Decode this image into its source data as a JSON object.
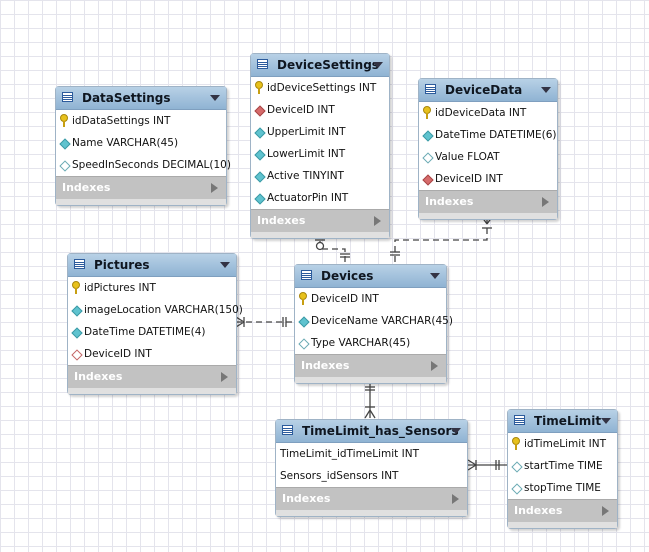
{
  "tables": {
    "data_settings": {
      "name": "DataSettings",
      "columns": [
        {
          "text": "idDataSettings INT",
          "icon": "key"
        },
        {
          "text": "Name VARCHAR(45)",
          "icon": "filled"
        },
        {
          "text": "SpeedInSeconds DECIMAL(10)",
          "icon": "open"
        }
      ],
      "footer": "Indexes"
    },
    "device_settings": {
      "name": "DeviceSettings",
      "columns": [
        {
          "text": "idDeviceSettings INT",
          "icon": "key"
        },
        {
          "text": "DeviceID INT",
          "icon": "fk"
        },
        {
          "text": "UpperLimit INT",
          "icon": "filled"
        },
        {
          "text": "LowerLimit INT",
          "icon": "filled"
        },
        {
          "text": "Active TINYINT",
          "icon": "filled"
        },
        {
          "text": "ActuatorPin INT",
          "icon": "filled"
        }
      ],
      "footer": "Indexes"
    },
    "device_data": {
      "name": "DeviceData",
      "columns": [
        {
          "text": "idDeviceData INT",
          "icon": "key"
        },
        {
          "text": "DateTime DATETIME(6)",
          "icon": "filled"
        },
        {
          "text": "Value FLOAT",
          "icon": "open"
        },
        {
          "text": "DeviceID INT",
          "icon": "fk"
        }
      ],
      "footer": "Indexes"
    },
    "pictures": {
      "name": "Pictures",
      "columns": [
        {
          "text": "idPictures INT",
          "icon": "key"
        },
        {
          "text": "imageLocation VARCHAR(150)",
          "icon": "filled"
        },
        {
          "text": "DateTime DATETIME(4)",
          "icon": "filled"
        },
        {
          "text": "DeviceID INT",
          "icon": "fkopen"
        }
      ],
      "footer": "Indexes"
    },
    "devices": {
      "name": "Devices",
      "columns": [
        {
          "text": "DeviceID INT",
          "icon": "key"
        },
        {
          "text": "DeviceName VARCHAR(45)",
          "icon": "filled"
        },
        {
          "text": "Type VARCHAR(45)",
          "icon": "open"
        }
      ],
      "footer": "Indexes"
    },
    "timelimit_has_sensors": {
      "name": "TimeLimit_has_Sensors",
      "columns": [
        {
          "text": "TimeLimit_idTimeLimit INT",
          "icon": "none"
        },
        {
          "text": "Sensors_idSensors INT",
          "icon": "none"
        }
      ],
      "footer": "Indexes"
    },
    "time_limit": {
      "name": "TimeLimit",
      "columns": [
        {
          "text": "idTimeLimit INT",
          "icon": "key"
        },
        {
          "text": "startTime TIME",
          "icon": "open"
        },
        {
          "text": "stopTime TIME",
          "icon": "open"
        }
      ],
      "footer": "Indexes"
    }
  },
  "colors": {
    "header_gradient_top": "#b8d1e6",
    "header_gradient_bottom": "#8fb3d3",
    "footer": "#c2c2c2",
    "connector": "#444444",
    "grid": "#e4e4ec"
  }
}
